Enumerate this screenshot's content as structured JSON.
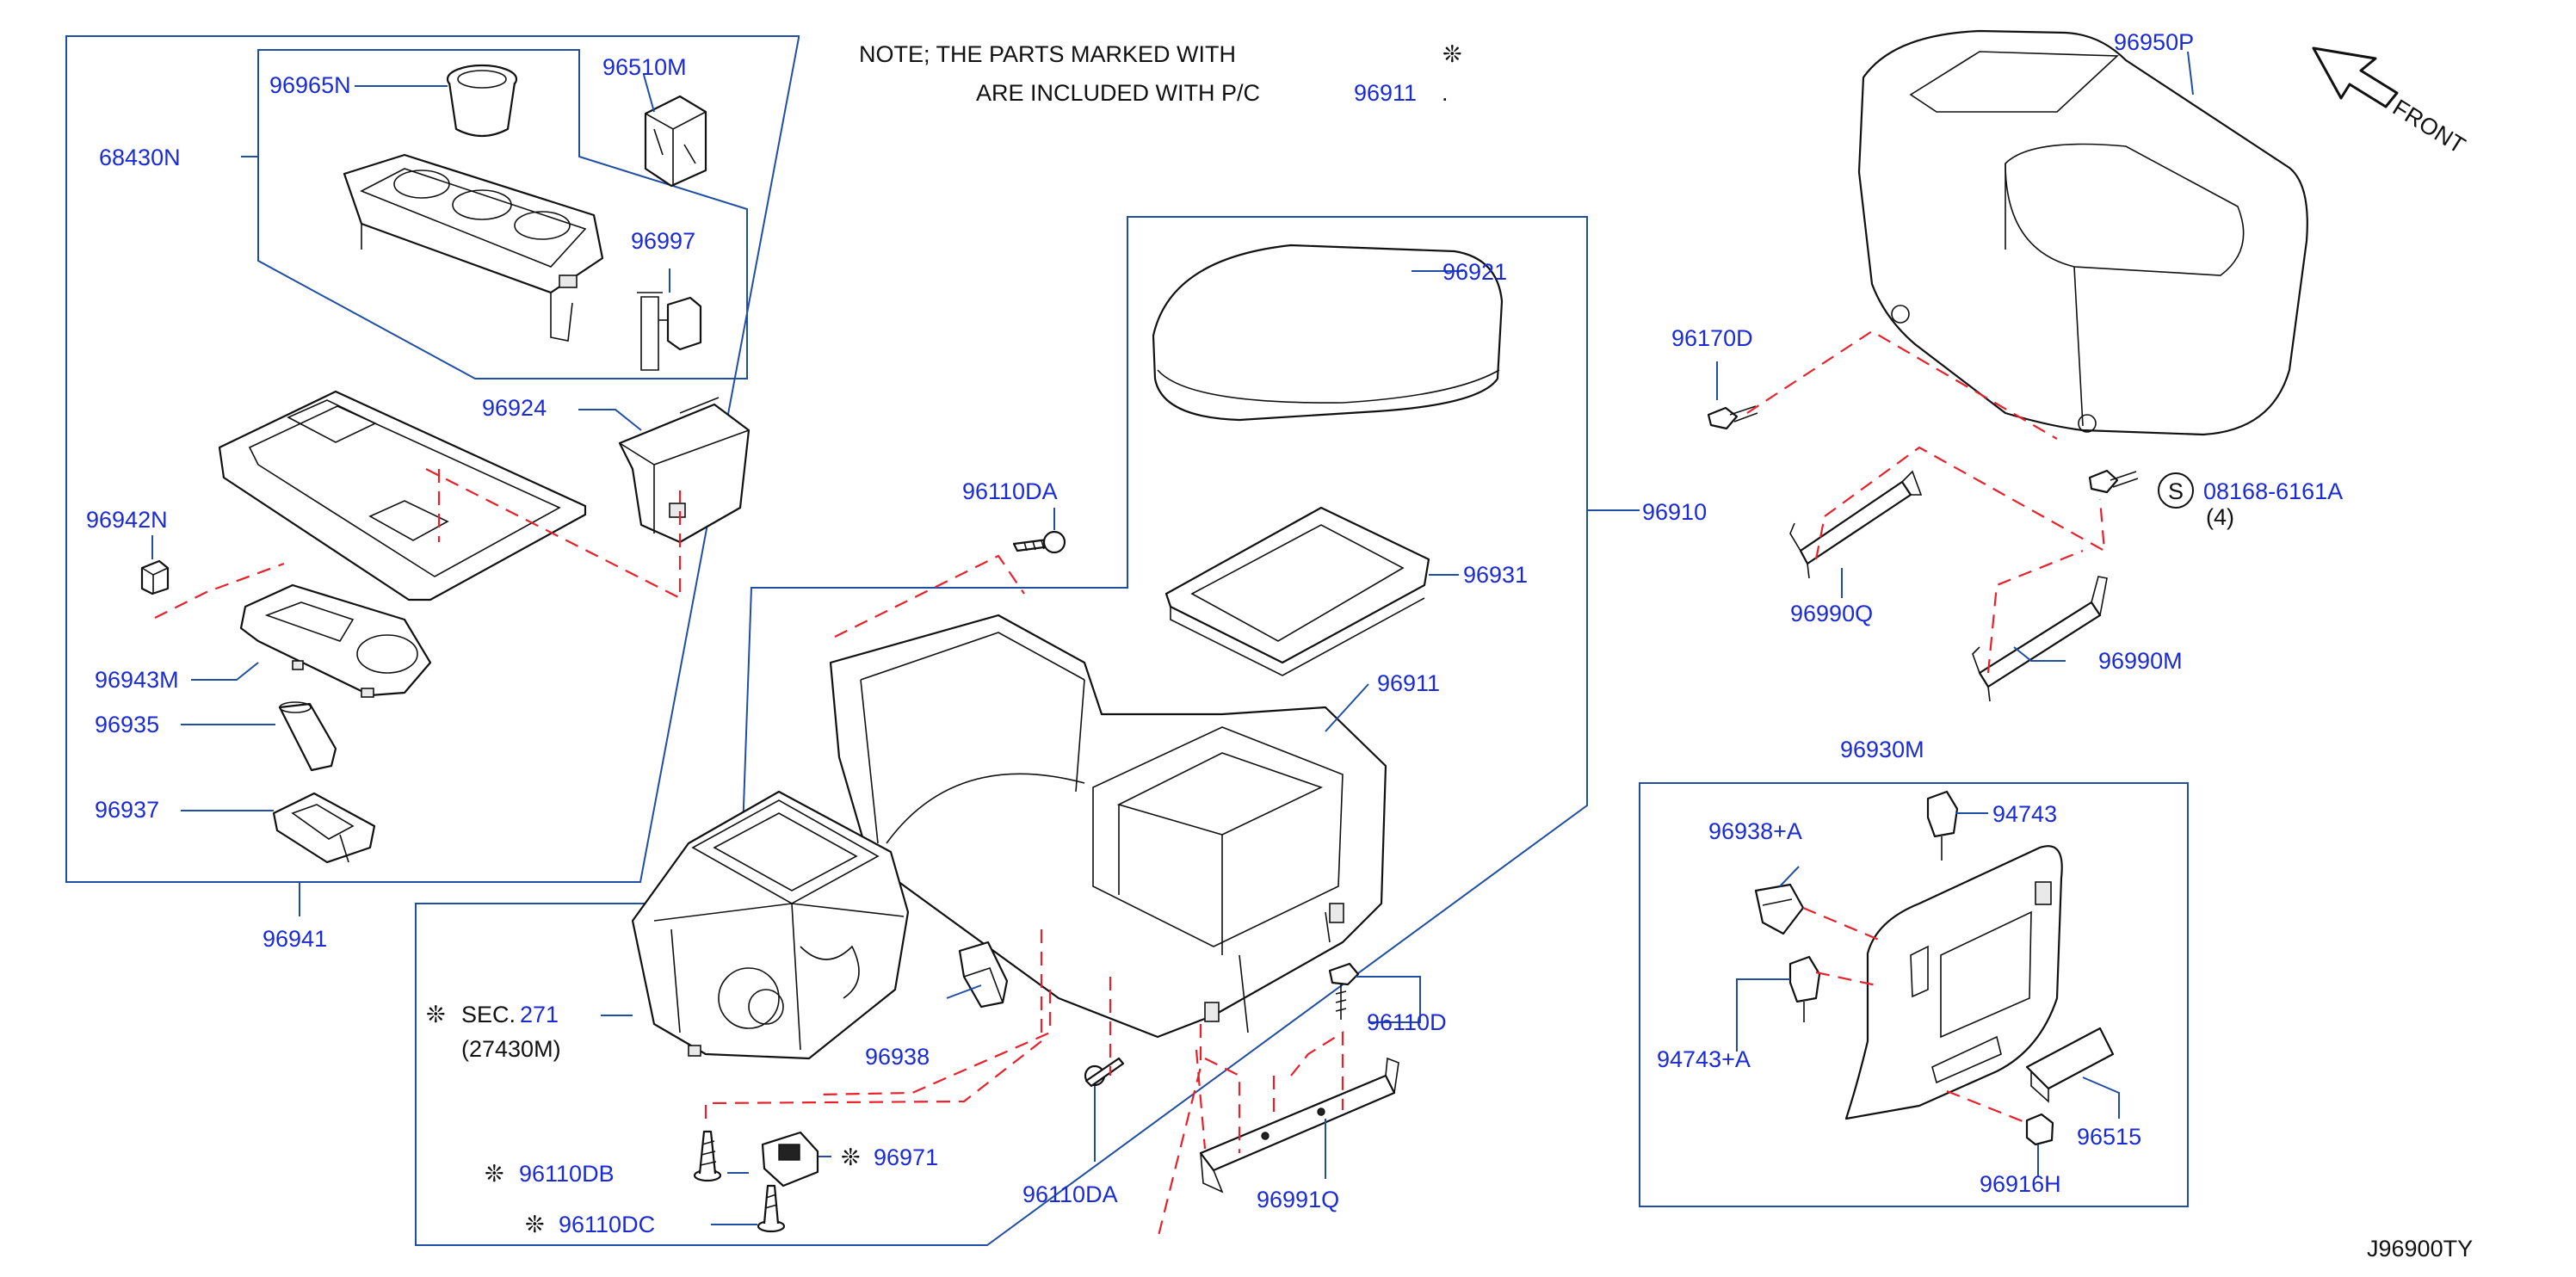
{
  "colors": {
    "label_blue": "#1a2bd6",
    "text_black": "#111111",
    "leader_blue": "#1f4ea3",
    "dash_red": "#e8202a"
  },
  "note": {
    "line1": "NOTE;  THE  PARTS  MARKED  WITH",
    "line2": "ARE  INCLUDED  WITH  P/C",
    "line2_part": "96911",
    "line2_end": ".",
    "marker_icon": "asterisk-flower-icon",
    "marker_glyph": "❊"
  },
  "diagram_code": "J96900TY",
  "front_label": "FRONT",
  "parts": {
    "p96965N": "96965N",
    "p96510M": "96510M",
    "p68430N": "68430N",
    "p96997": "96997",
    "p96924": "96924",
    "p96942N": "96942N",
    "p96943M": "96943M",
    "p96935": "96935",
    "p96937": "96937",
    "p96941": "96941",
    "p96110DA_top": "96110DA",
    "p96921": "96921",
    "p96931": "96931",
    "p96911": "96911",
    "p96910": "96910",
    "p96938": "96938",
    "p96110D": "96110D",
    "p96110DA_bot": "96110DA",
    "p96991Q": "96991Q",
    "p96110DB": "96110DB",
    "p96971": "96971",
    "p96110DC": "96110DC",
    "p96950P": "96950P",
    "p96170D": "96170D",
    "p08168": "08168-6161A",
    "p08168_qty": "(4)",
    "p08168_s": "S",
    "p96990Q": "96990Q",
    "p96990M": "96990M",
    "p96930M": "96930M",
    "p96938A": "96938+A",
    "p94743": "94743",
    "p94743A": "94743+A",
    "p96515": "96515",
    "p96916H": "96916H"
  },
  "sec": {
    "prefix": "SEC.",
    "number": "271",
    "sub": "(27430M)"
  }
}
